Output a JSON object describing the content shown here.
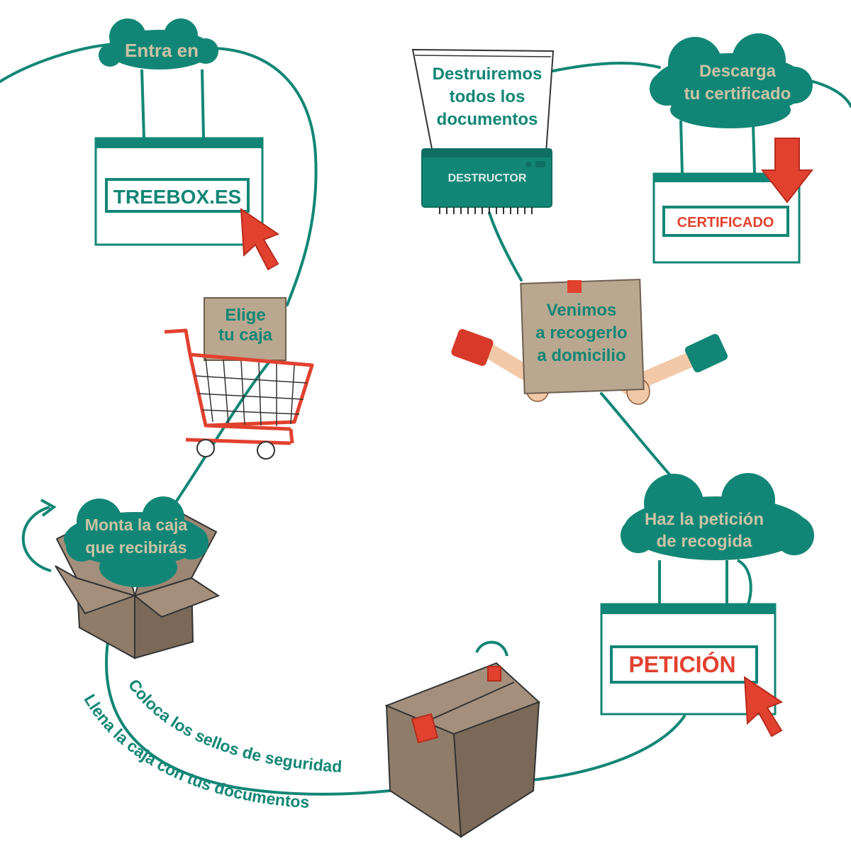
{
  "steps": {
    "entra": "Entra en",
    "site": "TREEBOX.ES",
    "elige_1": "Elige",
    "elige_2": "tu caja",
    "monta_1": "Monta la caja",
    "monta_2": "que recibirás",
    "llena": "Llena la caja con tus documentos",
    "coloca": "Coloca los sellos de seguridad",
    "peticion_1": "Haz la petición",
    "peticion_2": "de recogida",
    "peticion_button": "PETICIÓN",
    "venimos_1": "Venimos",
    "venimos_2": "a recogerlo",
    "venimos_3": "a domicilio",
    "destruir_1": "Destruiremos",
    "destruir_2": "todos los",
    "destruir_3": "documentos",
    "destructor": "DESTRUCTOR",
    "descarga_1": "Descarga",
    "descarga_2": "tu certificado",
    "certificado_button": "CERTIFICADO"
  },
  "colors": {
    "teal": "#128676",
    "teal_dark": "#0e6f62",
    "cloud_text": "#c9c3a6",
    "red": "#e2412f",
    "cardboard": "#b9a78f",
    "box_dark": "#8f7d6a",
    "box_light": "#a38f7b"
  },
  "icons": [
    "cloud-icon",
    "cursor-arrow-icon",
    "shopping-cart-icon",
    "open-box-icon",
    "sealed-box-icon",
    "shredder-icon",
    "download-arrow-icon",
    "hands-icon",
    "rotate-arrow-icon"
  ]
}
